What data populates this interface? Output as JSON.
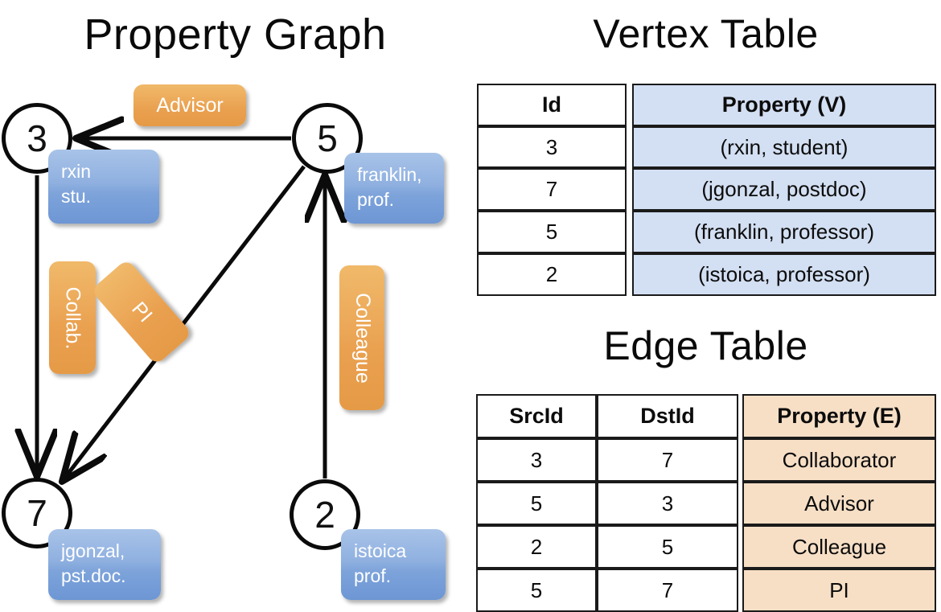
{
  "titles": {
    "graph": "Property Graph",
    "vertex_table": "Vertex Table",
    "edge_table": "Edge Table"
  },
  "colors": {
    "vertex_property_fill": "#d3dff2",
    "edge_property_fill": "#f7dfc6",
    "node_property_box": "#8fb0e0",
    "edge_badge": "#eca959",
    "stroke": "#0b0b0b"
  },
  "graph": {
    "nodes": [
      {
        "id": "3",
        "property_lines": "rxin\nstu."
      },
      {
        "id": "5",
        "property_lines": "franklin,\nprof."
      },
      {
        "id": "7",
        "property_lines": "jgonzal,\npst.doc."
      },
      {
        "id": "2",
        "property_lines": "istoica\nprof."
      }
    ],
    "edge_labels": [
      {
        "name": "advisor",
        "text": "Advisor"
      },
      {
        "name": "collab",
        "text": "Collab."
      },
      {
        "name": "pi",
        "text": "PI"
      },
      {
        "name": "colleague",
        "text": "Colleague"
      }
    ],
    "edges": [
      {
        "src": "5",
        "dst": "3",
        "label": "Advisor"
      },
      {
        "src": "3",
        "dst": "7",
        "label": "Collab."
      },
      {
        "src": "5",
        "dst": "7",
        "label": "PI"
      },
      {
        "src": "2",
        "dst": "5",
        "label": "Colleague"
      }
    ]
  },
  "vertex_table": {
    "headers": [
      "Id",
      "Property (V)"
    ],
    "rows": [
      {
        "id": "3",
        "property": "(rxin, student)"
      },
      {
        "id": "7",
        "property": "(jgonzal, postdoc)"
      },
      {
        "id": "5",
        "property": "(franklin, professor)"
      },
      {
        "id": "2",
        "property": "(istoica, professor)"
      }
    ]
  },
  "edge_table": {
    "headers": [
      "SrcId",
      "DstId",
      "Property (E)"
    ],
    "rows": [
      {
        "src": "3",
        "dst": "7",
        "property": "Collaborator"
      },
      {
        "src": "5",
        "dst": "3",
        "property": "Advisor"
      },
      {
        "src": "2",
        "dst": "5",
        "property": "Colleague"
      },
      {
        "src": "5",
        "dst": "7",
        "property": "PI"
      }
    ]
  }
}
